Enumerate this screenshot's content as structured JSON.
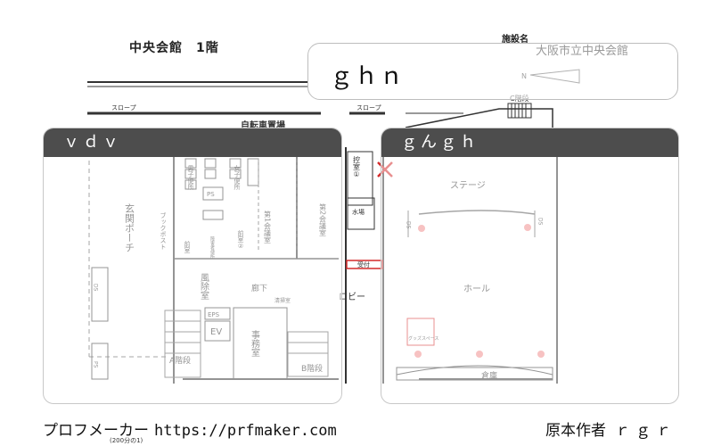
{
  "plan": {
    "title": "中央会館　1階",
    "facility_label": "施設名",
    "rooms": {
      "slope_left": "スロープ",
      "slope_right": "スロープ",
      "bicycle_parking": "自転車置場",
      "c_stairs": "C階段",
      "waiting_room": "控室①",
      "water": "水場",
      "reception": "受付",
      "lobby": "ロビー",
      "entrance_porch": "玄関ポーチ",
      "book_post": "ブックポスト",
      "mens_restroom": "男子便所",
      "womens_restroom": "女子便所",
      "accessible_restroom": "障害者便所",
      "front_room": "前室",
      "front_room_2": "前室②",
      "meeting_room_1": "第1会議室",
      "meeting_room_2": "第2会議室",
      "windbreak_room": "風除室",
      "corridor": "廊下",
      "cleaning_closet": "清掃室",
      "eps": "EPS",
      "ev": "EV",
      "a_stairs": "A階段",
      "office": "事務室",
      "b_stairs": "B階段",
      "stage": "ステージ",
      "hall": "ホール",
      "storage": "倉庫",
      "booth_space": "グッズスペース",
      "ps": "PS",
      "ds": "DS",
      "compass_n": "N"
    }
  },
  "name_box": {
    "name": "ｇｈｎ",
    "facility_name": "大阪市立中央会館"
  },
  "panels": {
    "left_header": "ｖｄｖ",
    "right_header": "ｇんｇｈ"
  },
  "footer": {
    "maker": "プロフメーカー",
    "url": "https://prfmaker.com",
    "scale": "(200分の1)",
    "author_label": "原本作者",
    "author_name": "ｒｇｒ"
  },
  "colors": {
    "panel_header": "#4d4d4d",
    "accent_red": "#d42a2a",
    "marker_pink": "#f08a8a"
  }
}
